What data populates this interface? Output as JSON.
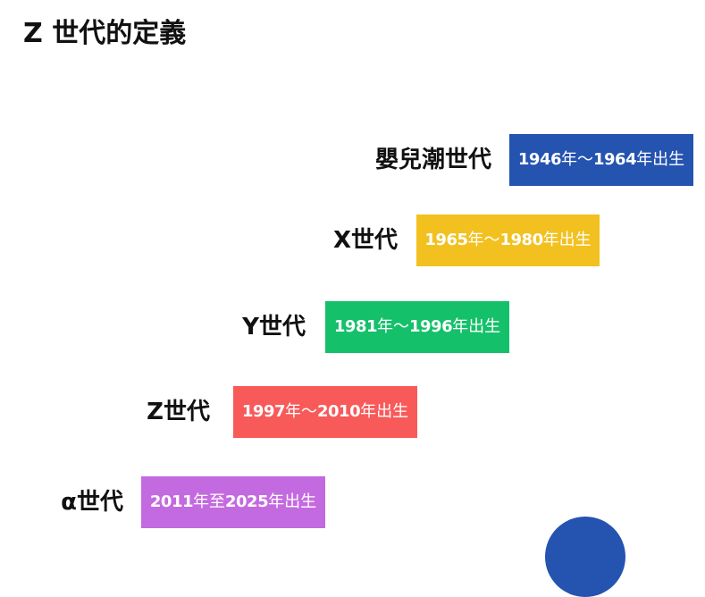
{
  "title": "Z 世代的定義",
  "generations": [
    {
      "name": "嬰兒潮世代",
      "range_start": "1946",
      "range_sep": "年～",
      "range_end": "1964",
      "range_suffix": "年出生",
      "color": "#2453b0"
    },
    {
      "name": "X世代",
      "range_start": "1965",
      "range_sep": "年～",
      "range_end": "1980",
      "range_suffix": "年出生",
      "color": "#f2c120"
    },
    {
      "name": "Y世代",
      "range_start": "1981",
      "range_sep": "年～",
      "range_end": "1996",
      "range_suffix": "年出生",
      "color": "#15c06a"
    },
    {
      "name": "Z世代",
      "range_start": "1997",
      "range_sep": "年～",
      "range_end": "2010",
      "range_suffix": "年出生",
      "color": "#f85a5a"
    },
    {
      "name": "α世代",
      "range_start": "2011",
      "range_sep": "年至",
      "range_end": "2025",
      "range_suffix": "年出生",
      "color": "#c46ae0"
    }
  ]
}
